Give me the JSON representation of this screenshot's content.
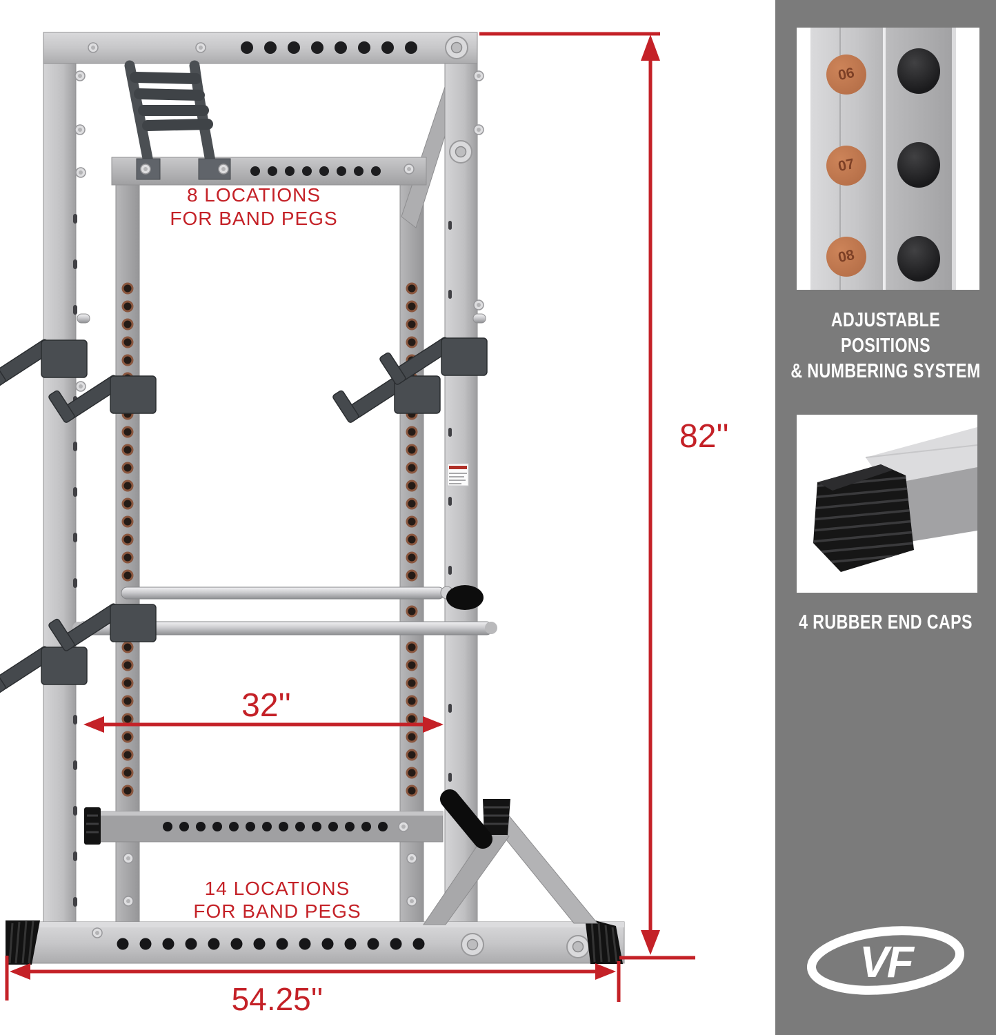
{
  "main": {
    "top_callout": {
      "line1": "8 LOCATIONS",
      "line2": "FOR BAND PEGS"
    },
    "bottom_callout": {
      "line1": "14 LOCATIONS",
      "line2": "FOR BAND PEGS"
    },
    "dimensions": {
      "height": "82''",
      "inner_width": "32''",
      "base_width": "54.25''"
    },
    "accent_red": "#c42127"
  },
  "sidebar": {
    "background_color": "#7b7b7b",
    "feature1": {
      "caption_line1": "ADJUSTABLE POSITIONS",
      "caption_line2": "& NUMBERING SYSTEM",
      "hole_labels": [
        "06",
        "07",
        "08"
      ]
    },
    "feature2": {
      "caption": "4 RUBBER END CAPS"
    },
    "logo_text": "VF"
  }
}
